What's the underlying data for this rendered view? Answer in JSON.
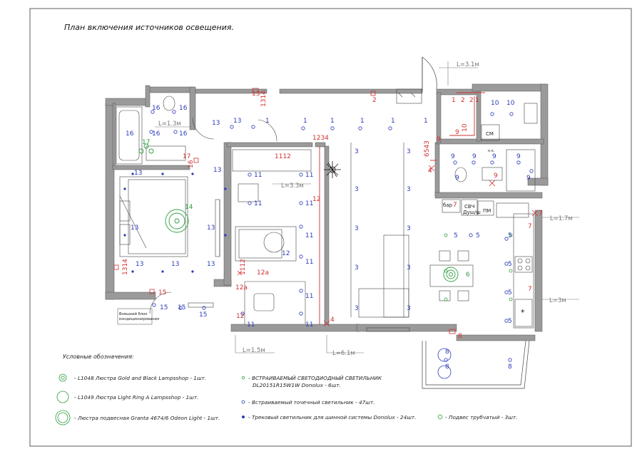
{
  "title": "План включения источников освещения.",
  "dimensions": {
    "d1": "L=3.1м",
    "d2": "L=1.3м",
    "d3": "L=3.3м",
    "d4": "L=1.7м",
    "d5": "L=3м",
    "d6": "L=1.5м",
    "d7": "L=6.1м"
  },
  "room_labels": {
    "microwave": "СВЧ",
    "shower": "Душ/ш",
    "dishwasher": "ПМ",
    "bar": "бар",
    "washer": "СМ",
    "nk": "н.к.",
    "ventilation_l1": "Внешний блок",
    "ventilation_l2": "кондиционирования"
  },
  "legend": {
    "title": "Условные обозначения:",
    "items": [
      {
        "text": "- L1048 Люстра Gold and Black Lampsshop - 1шт.",
        "color": "#2e9e3e"
      },
      {
        "text": "- L1049 Люстра Light Ring A Lampsshop - 1шт.",
        "color": "#2e9e3e"
      },
      {
        "text": "- Люстра подвесная Granta 4674/6 Odeon Light - 1шт.",
        "color": "#2e9e3e"
      },
      {
        "text": "- ВСТРАИВАЕМЫЙ СВЕТОДИОДНЫЙ СВЕТИЛЬНИК",
        "color": "#2e9e3e"
      },
      {
        "text": "DL20151R15W1W Donolux - 6шт.",
        "color": "#2e9e3e"
      },
      {
        "text": "- Встраиваемый точечный светильник - 47шт.",
        "color": "#3340c0"
      },
      {
        "text": "- Трековый светильник для шинной системы Donolux - 24шт.",
        "color": "#3340c0"
      },
      {
        "text": "- Подвес трубчатый - 3шт.",
        "color": "#2e9e3e"
      }
    ]
  },
  "colors": {
    "wall": "#9a9a9a",
    "line": "#333333",
    "blue": "#2c3bb8",
    "red": "#d23030",
    "green": "#2e9e3e"
  },
  "groups": {
    "g1": "1",
    "g2": "2",
    "g3": "3",
    "g4": "4",
    "g5": "5",
    "g6": "6",
    "g7": "7",
    "g8": "8",
    "g9": "9",
    "g10": "10",
    "g11": "11",
    "g12": "12",
    "g12a": "12а",
    "g13": "13",
    "g14": "14",
    "g15": "15",
    "g16": "16",
    "g17": "17",
    "g1112": "1112",
    "g1234": "1234",
    "g6543": "6543",
    "g1314": "1314"
  }
}
